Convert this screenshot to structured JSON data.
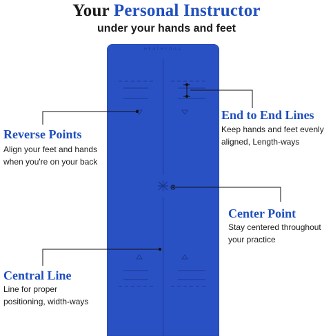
{
  "header": {
    "title_plain": "Your ",
    "title_accent": "Personal Instructor",
    "subtitle": "under your hands and feet"
  },
  "mat": {
    "brand": "HEATHYOGA",
    "color": "#2a51c4"
  },
  "features": {
    "end_to_end": {
      "heading": "End to End Lines",
      "lines": [
        "Keep hands and feet evenly",
        "aligned, Length-ways"
      ]
    },
    "reverse_points": {
      "heading": "Reverse Points",
      "lines": [
        "Align your feet and hands",
        "when you're on your back"
      ]
    },
    "center_point": {
      "heading": "Center Point",
      "lines": [
        "Stay centered throughout",
        "your practice"
      ]
    },
    "central_line": {
      "heading": "Central Line",
      "lines": [
        "Line for proper",
        "positioning, width-ways"
      ]
    }
  },
  "colors": {
    "accent": "#1f4fbf",
    "text": "#1c1c1c",
    "mat": "#2a51c4"
  }
}
